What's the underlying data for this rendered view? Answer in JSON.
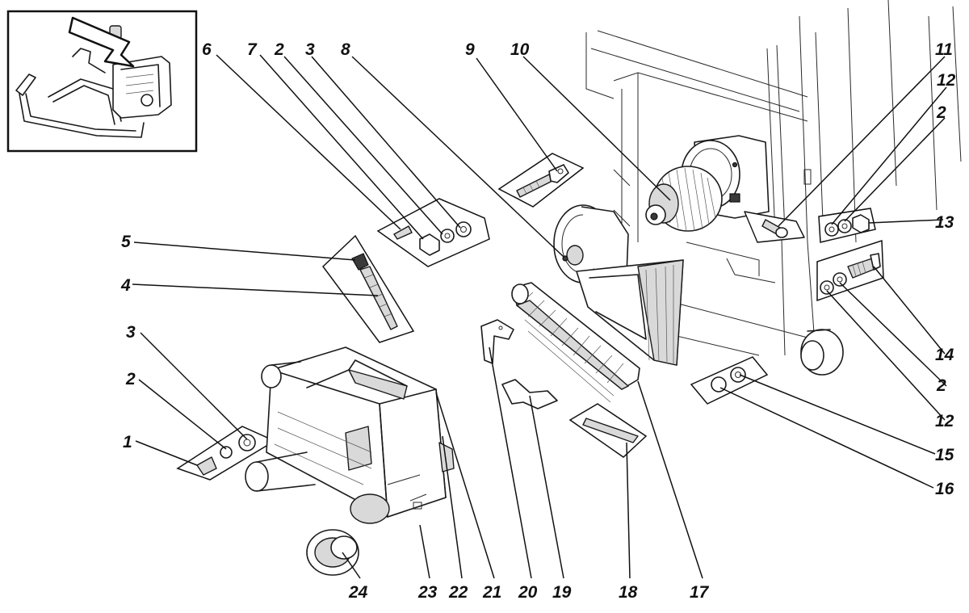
{
  "callouts": [
    {
      "id": "c6",
      "text": "6"
    },
    {
      "id": "c7",
      "text": "7"
    },
    {
      "id": "c2a",
      "text": "2"
    },
    {
      "id": "c3a",
      "text": "3"
    },
    {
      "id": "c8",
      "text": "8"
    },
    {
      "id": "c9",
      "text": "9"
    },
    {
      "id": "c10",
      "text": "10"
    },
    {
      "id": "c11",
      "text": "11"
    },
    {
      "id": "c12a",
      "text": "12"
    },
    {
      "id": "c2b",
      "text": "2"
    },
    {
      "id": "c13",
      "text": "13"
    },
    {
      "id": "c5",
      "text": "5"
    },
    {
      "id": "c4",
      "text": "4"
    },
    {
      "id": "c3b",
      "text": "3"
    },
    {
      "id": "c2c",
      "text": "2"
    },
    {
      "id": "c1",
      "text": "1"
    },
    {
      "id": "c14",
      "text": "14"
    },
    {
      "id": "c2d",
      "text": "2"
    },
    {
      "id": "c12b",
      "text": "12"
    },
    {
      "id": "c15",
      "text": "15"
    },
    {
      "id": "c16",
      "text": "16"
    },
    {
      "id": "c24",
      "text": "24"
    },
    {
      "id": "c23",
      "text": "23"
    },
    {
      "id": "c22",
      "text": "22"
    },
    {
      "id": "c21",
      "text": "21"
    },
    {
      "id": "c20",
      "text": "20"
    },
    {
      "id": "c19",
      "text": "19"
    },
    {
      "id": "c18",
      "text": "18"
    },
    {
      "id": "c17",
      "text": "17"
    }
  ]
}
